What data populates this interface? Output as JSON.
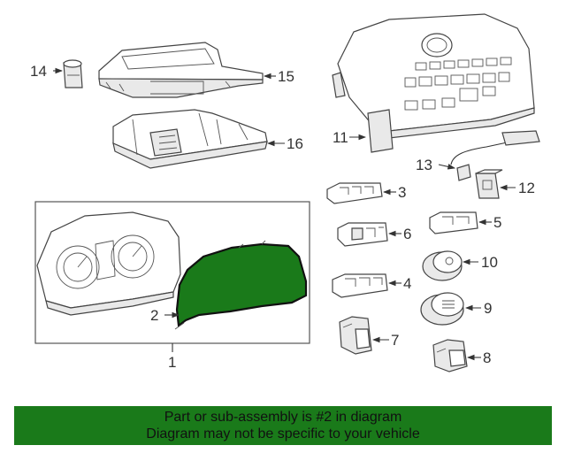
{
  "diagram": {
    "callouts": [
      {
        "id": "c14",
        "text": "14"
      },
      {
        "id": "c15",
        "text": "15"
      },
      {
        "id": "c16",
        "text": "16"
      },
      {
        "id": "c11",
        "text": "11"
      },
      {
        "id": "c13",
        "text": "13"
      },
      {
        "id": "c12",
        "text": "12"
      },
      {
        "id": "c3",
        "text": "3"
      },
      {
        "id": "c5",
        "text": "5"
      },
      {
        "id": "c6",
        "text": "6"
      },
      {
        "id": "c10",
        "text": "10"
      },
      {
        "id": "c4",
        "text": "4"
      },
      {
        "id": "c9",
        "text": "9"
      },
      {
        "id": "c7",
        "text": "7"
      },
      {
        "id": "c8",
        "text": "8"
      },
      {
        "id": "c2",
        "text": "2"
      },
      {
        "id": "c1",
        "text": "1"
      }
    ],
    "highlight_color": "#1a7a1a"
  },
  "banner": {
    "line1": "Part or sub-assembly is #2 in diagram",
    "line2": "Diagram may not be specific to your vehicle",
    "color": "#1a7a1a"
  }
}
